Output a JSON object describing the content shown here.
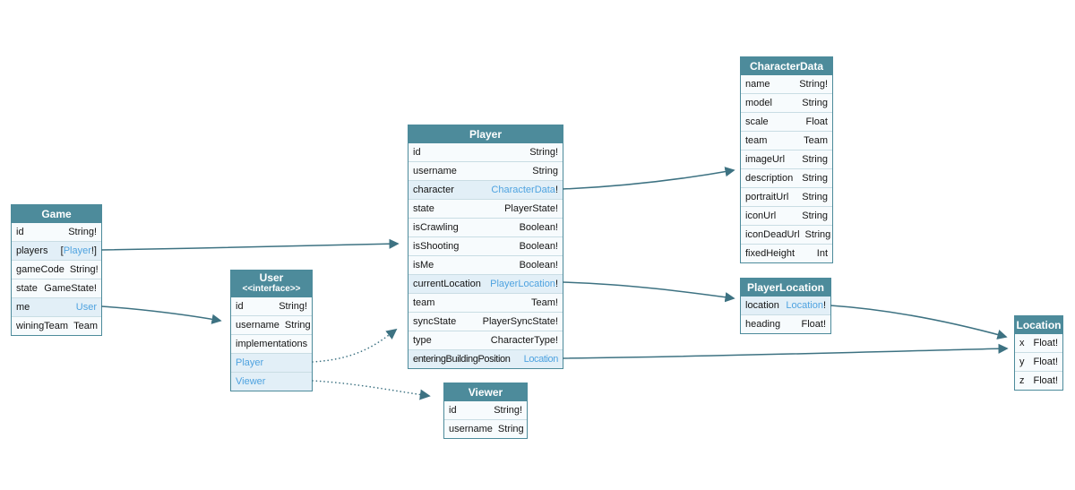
{
  "colors": {
    "header_teal": "#4d8b9b",
    "row_bg": "#f7fbfd",
    "link_row_bg": "#e2eff7",
    "link_blue": "#4fa3e0",
    "arrow_teal": "#3d7282",
    "row_border": "#c9dde4",
    "text": "#141414"
  },
  "diagram": {
    "tables": [
      {
        "id": "game",
        "title": "Game",
        "fields": [
          {
            "name": "id",
            "type": "String!"
          },
          {
            "name": "players",
            "type": "Player",
            "prefix": "[",
            "suffix": "!]",
            "link": true
          },
          {
            "name": "gameCode",
            "type": "String!"
          },
          {
            "name": "state",
            "type": "GameState!"
          },
          {
            "name": "me",
            "type": "User",
            "link": true
          },
          {
            "name": "winingTeam",
            "type": "Team"
          }
        ]
      },
      {
        "id": "user",
        "title": "User",
        "subtitle": "<<interface>>",
        "fields": [
          {
            "name": "id",
            "type": "String!"
          },
          {
            "name": "username",
            "type": "String"
          },
          {
            "name": "implementations",
            "type": ""
          },
          {
            "name": "Player",
            "type": "",
            "nameLink": true
          },
          {
            "name": "Viewer",
            "type": "",
            "nameLink": true
          }
        ]
      },
      {
        "id": "player",
        "title": "Player",
        "fields": [
          {
            "name": "id",
            "type": "String!"
          },
          {
            "name": "username",
            "type": "String"
          },
          {
            "name": "character",
            "type": "CharacterData",
            "suffix": "!",
            "link": true
          },
          {
            "name": "state",
            "type": "PlayerState!"
          },
          {
            "name": "isCrawling",
            "type": "Boolean!"
          },
          {
            "name": "isShooting",
            "type": "Boolean!"
          },
          {
            "name": "isMe",
            "type": "Boolean!"
          },
          {
            "name": "currentLocation",
            "type": "PlayerLocation",
            "suffix": "!",
            "link": true
          },
          {
            "name": "team",
            "type": "Team!"
          },
          {
            "name": "syncState",
            "type": "PlayerSyncState!"
          },
          {
            "name": "type",
            "type": "CharacterType!"
          },
          {
            "name": "enteringBuildingPosition",
            "type": "Location",
            "link": true,
            "tight": true
          }
        ]
      },
      {
        "id": "characterdata",
        "title": "CharacterData",
        "fields": [
          {
            "name": "name",
            "type": "String!"
          },
          {
            "name": "model",
            "type": "String"
          },
          {
            "name": "scale",
            "type": "Float"
          },
          {
            "name": "team",
            "type": "Team"
          },
          {
            "name": "imageUrl",
            "type": "String"
          },
          {
            "name": "description",
            "type": "String"
          },
          {
            "name": "portraitUrl",
            "type": "String"
          },
          {
            "name": "iconUrl",
            "type": "String"
          },
          {
            "name": "iconDeadUrl",
            "type": "String"
          },
          {
            "name": "fixedHeight",
            "type": "Int"
          }
        ]
      },
      {
        "id": "playerlocation",
        "title": "PlayerLocation",
        "fields": [
          {
            "name": "location",
            "type": "Location",
            "suffix": "!",
            "link": true
          },
          {
            "name": "heading",
            "type": "Float!"
          }
        ]
      },
      {
        "id": "location",
        "title": "Location",
        "fields": [
          {
            "name": "x",
            "type": "Float!"
          },
          {
            "name": "y",
            "type": "Float!"
          },
          {
            "name": "z",
            "type": "Float!"
          }
        ]
      },
      {
        "id": "viewer",
        "title": "Viewer",
        "fields": [
          {
            "name": "id",
            "type": "String!"
          },
          {
            "name": "username",
            "type": "String"
          }
        ]
      }
    ],
    "edges": [
      {
        "from": "Game.players",
        "to": "Player",
        "line": "solid"
      },
      {
        "from": "Game.me",
        "to": "User",
        "line": "solid"
      },
      {
        "from": "Player.character",
        "to": "CharacterData",
        "line": "solid"
      },
      {
        "from": "Player.currentLocation",
        "to": "PlayerLocation",
        "line": "solid"
      },
      {
        "from": "Player.enteringBuildingPosition",
        "to": "Location",
        "line": "solid"
      },
      {
        "from": "PlayerLocation.location",
        "to": "Location",
        "line": "solid"
      },
      {
        "from": "User.Player",
        "to": "Player",
        "line": "dotted"
      },
      {
        "from": "User.Viewer",
        "to": "Viewer",
        "line": "dotted"
      }
    ]
  }
}
